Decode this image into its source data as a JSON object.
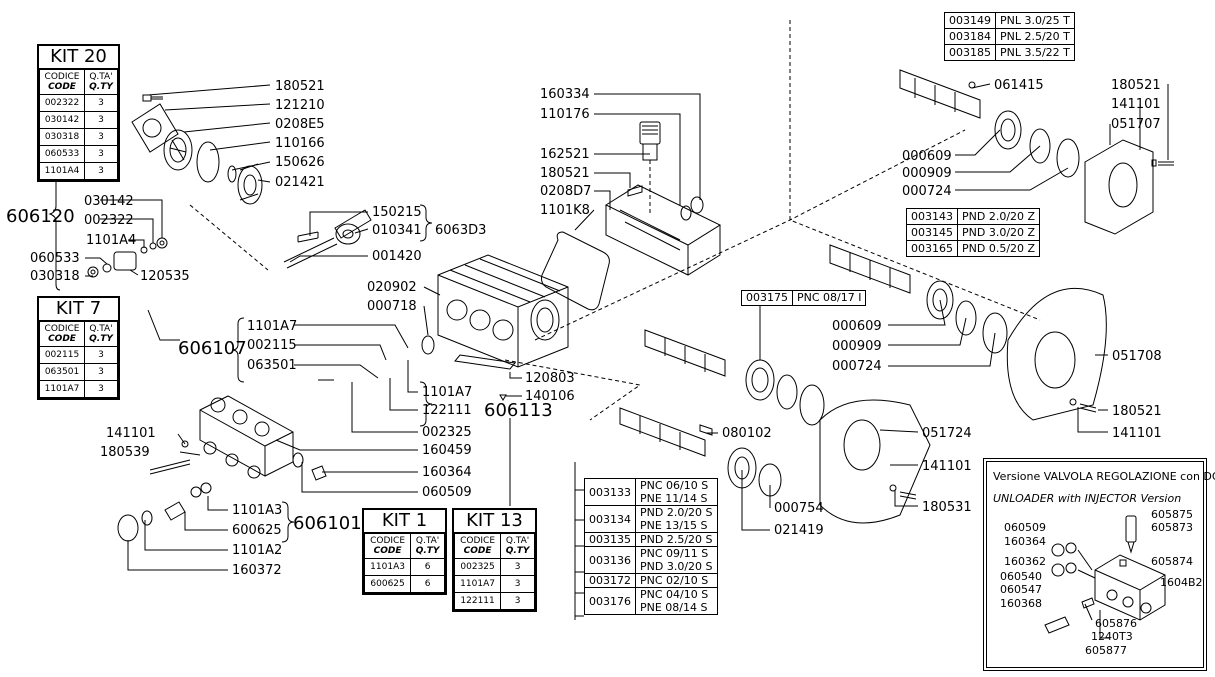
{
  "kit20": {
    "title": "KIT  20",
    "h1a": "CODICE",
    "h1b": "CODE",
    "h2a": "Q.TA'",
    "h2b": "Q.TY",
    "rows": [
      [
        "002322",
        "3"
      ],
      [
        "030142",
        "3"
      ],
      [
        "030318",
        "3"
      ],
      [
        "060533",
        "3"
      ],
      [
        "1101A4",
        "3"
      ]
    ],
    "ref": "606120"
  },
  "kit7": {
    "title": "KIT  7",
    "h1a": "CODICE",
    "h1b": "CODE",
    "h2a": "Q.TA'",
    "h2b": "Q.TY",
    "rows": [
      [
        "002115",
        "3"
      ],
      [
        "063501",
        "3"
      ],
      [
        "1101A7",
        "3"
      ]
    ],
    "ref": "606107"
  },
  "kit1": {
    "title": "KIT  1",
    "h1a": "CODICE",
    "h1b": "CODE",
    "h2a": "Q.TA'",
    "h2b": "Q.TY",
    "rows": [
      [
        "1101A3",
        "6"
      ],
      [
        "600625",
        "6"
      ]
    ],
    "ref": "606101"
  },
  "kit13": {
    "title": "KIT  13",
    "h1a": "CODICE",
    "h1b": "CODE",
    "h2a": "Q.TA'",
    "h2b": "Q.TY",
    "rows": [
      [
        "002325",
        "3"
      ],
      [
        "1101A7",
        "3"
      ],
      [
        "122111",
        "3"
      ]
    ],
    "ref": "606113"
  },
  "shaft_top": [
    [
      "003149",
      "PNL  3.0/25  T"
    ],
    [
      "003184",
      "PNL  2.5/20  T"
    ],
    [
      "003185",
      "PNL  3.5/22  T"
    ]
  ],
  "shaft_mid": [
    [
      "003143",
      "PND  2.0/20  Z"
    ],
    [
      "003145",
      "PND  3.0/20  Z"
    ],
    [
      "003165",
      "PND  0.5/20  Z"
    ]
  ],
  "shaft_single": [
    [
      "003175",
      "PNC  08/17  I"
    ]
  ],
  "shaft_bottom": [
    [
      "003133",
      "PNC  06/10  S",
      "PNE  11/14  S"
    ],
    [
      "003134",
      "PND  2.0/20  S",
      "PNE  13/15  S"
    ],
    [
      "003135",
      "PND  2.5/20  S",
      ""
    ],
    [
      "003136",
      "PNC  09/11  S",
      "PND  3.0/20  S"
    ],
    [
      "003172",
      "PNC  02/10  S",
      ""
    ],
    [
      "003176",
      "PNC  04/10  S",
      "PNE  08/14  S"
    ]
  ],
  "labels": {
    "l180521a": "180521",
    "l121210": "121210",
    "l0208E5": "0208E5",
    "l110166": "110166",
    "l150626": "150626",
    "l021421": "021421",
    "l030142": "030142",
    "l002322": "002322",
    "l1101A4": "1101A4",
    "l060533": "060533",
    "l030318": "030318",
    "l120535": "120535",
    "l150215": "150215",
    "l010341": "010341",
    "l6063D3": "6063D3",
    "l001420": "001420",
    "l160334": "160334",
    "l110176": "110176",
    "l162521": "162521",
    "l180521b": "180521",
    "l0208D7": "0208D7",
    "l1101K8": "1101K8",
    "l020902": "020902",
    "l000718": "000718",
    "l1101A7a": "1101A7",
    "l002115": "002115",
    "l063501": "063501",
    "l1101A7b": "1101A7",
    "l122111": "122111",
    "l002325": "002325",
    "l120803": "120803",
    "l140106": "140106",
    "l141101a": "141101",
    "l180539": "180539",
    "l160459": "160459",
    "l160364": "160364",
    "l060509": "060509",
    "l1101A3": "1101A3",
    "l600625": "600625",
    "l1101A2": "1101A2",
    "l160372": "160372",
    "l061415": "061415",
    "l180521c": "180521",
    "l141101b": "141101",
    "l051707": "051707",
    "l000609a": "000609",
    "l000909a": "000909",
    "l000724a": "000724",
    "l000609b": "000609",
    "l000909b": "000909",
    "l000724b": "000724",
    "l051708": "051708",
    "l180521d": "180521",
    "l141101c": "141101",
    "l080102": "080102",
    "l051724": "051724",
    "l141101d": "141101",
    "l180531": "180531",
    "l000754": "000754",
    "l021419": "021419"
  },
  "variant": {
    "title": "Versione VALVOLA REGOLAZIONE con DOSATORE",
    "subtitle": "UNLOADER with INJECTOR Version",
    "labels": {
      "v060509": "060509",
      "v160364": "160364",
      "v160362": "160362",
      "v060540": "060540",
      "v060547": "060547",
      "v160368": "160368",
      "v605875": "605875",
      "v605873": "605873",
      "v605874": "605874",
      "v1604B2": "1604B2",
      "v605876": "605876",
      "v1240T3": "1240T3",
      "v605877": "605877"
    }
  }
}
